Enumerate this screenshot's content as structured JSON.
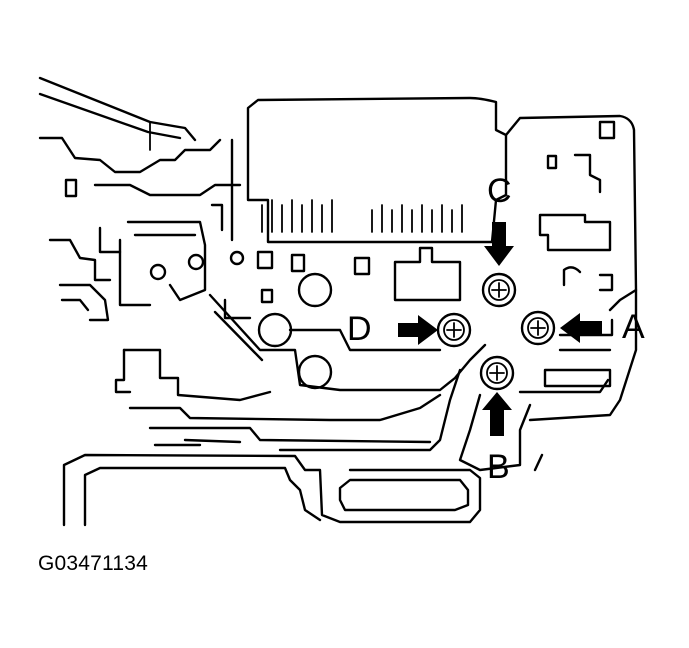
{
  "callouts": {
    "a": "A",
    "b": "B",
    "c": "C",
    "d": "D"
  },
  "figure_code": "G03471134",
  "ink_color": "#000000",
  "background_color": "#ffffff"
}
